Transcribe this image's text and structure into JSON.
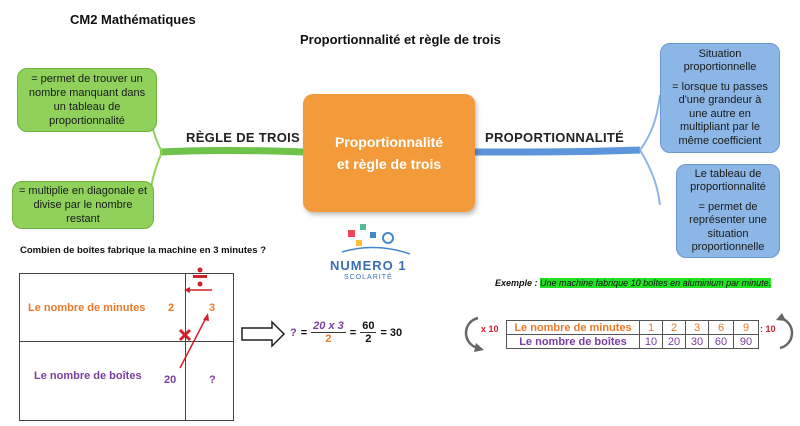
{
  "header": {
    "class_title": "CM2 Mathématiques",
    "page_title": "Proportionnalité et règle de trois"
  },
  "center": {
    "line1": "Proportionnalité",
    "line2": "et règle de trois"
  },
  "branches": {
    "left": "RÈGLE DE TROIS",
    "right": "PROPORTIONNALITÉ"
  },
  "left_bubbles": [
    {
      "text": "= permet de trouver un nombre manquant dans un tableau de proportionnalité"
    },
    {
      "text": "= multiplie en diagonale et  divise par le nombre restant"
    }
  ],
  "right_bubbles": [
    {
      "title": "Situation proportionnelle",
      "text": "= lorsque tu passes d'une grandeur à une autre en multipliant par le même coefficient"
    },
    {
      "title": "Le tableau de proportionnalité",
      "text": "= permet de représenter une situation proportionnelle"
    }
  ],
  "logo": {
    "main": "NUMERO 1",
    "sub": "SCOLARITÉ"
  },
  "question": "Combien de boîtes fabrique la machine en 3 minutes ?",
  "method_table": {
    "row1_label": "Le nombre de minutes",
    "row2_label": "Le nombre de boîtes",
    "a": "2",
    "b": "3",
    "c": "20",
    "d": "?"
  },
  "formula": {
    "q": "?",
    "eq": "=",
    "num1": "20 x 3",
    "den1": "2",
    "eq2": "=",
    "num2": "60",
    "den2": "2",
    "result": "= 30"
  },
  "example": {
    "prefix": "Exemple :",
    "text": "Une machine fabrique 10 boîtes en aluminium par minute.",
    "row1_label": "Le nombre de minutes",
    "row2_label": "Le nombre de boîtes",
    "row1": [
      "1",
      "2",
      "3",
      "6",
      "9"
    ],
    "row2": [
      "10",
      "20",
      "30",
      "60",
      "90"
    ],
    "left_op": "x 10",
    "right_op": ": 10"
  },
  "colors": {
    "orange": "#f39b3a",
    "green": "#8fd15a",
    "blue": "#8cb6e6",
    "purple": "#7a3da0",
    "red": "#d0202a",
    "highlight": "#22e022"
  }
}
